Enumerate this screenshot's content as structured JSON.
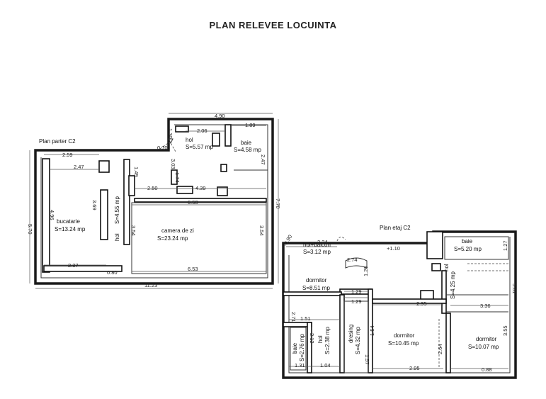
{
  "title": "PLAN RELEVEE LOCUINTA",
  "ground_floor": {
    "label": "Plan parter C2",
    "rooms": [
      {
        "name": "bucatarie",
        "area": "S=13.24 mp"
      },
      {
        "name": "hol",
        "area": "S=4.55 mp"
      },
      {
        "name": "hol",
        "area": "S=5.57 mp"
      },
      {
        "name": "baie",
        "area": "S=4.58 mp"
      },
      {
        "name": "camera de zi",
        "area": "S=23.24 mp"
      }
    ],
    "dimensions": {
      "top": "4.90",
      "hol_top": "2.06",
      "baie_top": "1.89",
      "kitchen_top": "2.59",
      "kitchen_inner": "2.47",
      "mid_a": "2.50",
      "mid_b": "4.39",
      "living_top": "6.58",
      "bottom_a": "2.37",
      "bottom_b": "0.80",
      "bottom_c": "6.53",
      "total": "11.23",
      "left": "5.70",
      "right": "7.70",
      "k_h1": "4.96",
      "k_h2": "3.69",
      "hol_h": "4.95",
      "living_h": "3.54",
      "living_h2": "3.54",
      "v1": "1.49",
      "v2": "3.03",
      "v3": "1.30",
      "v4": "0.70",
      "v5": "2.47",
      "v6": "1.74"
    }
  },
  "upper_floor": {
    "label": "Plan etaj C2",
    "rooms": [
      {
        "name": "hol+balcon",
        "area": "S=3.12 mp"
      },
      {
        "name": "baie",
        "area": "S=5.20 mp"
      },
      {
        "name": "dormitor",
        "area": "S=8.51 mp"
      },
      {
        "name": "hol",
        "area": "S=4.25 mp"
      },
      {
        "name": "baie",
        "area": "S=2.76 mp"
      },
      {
        "name": "hol",
        "area": "S=2.38 mp"
      },
      {
        "name": "dresing",
        "area": "S=4.32 mp"
      },
      {
        "name": "dormitor",
        "area": "S=10.45 mp"
      },
      {
        "name": "dormitor",
        "area": "S=10.07 mp"
      }
    ],
    "dimensions": {
      "top": "2.24",
      "stair": "2.74",
      "elev": "-0.90",
      "level": "+1.10",
      "d1": "1.29",
      "d2": "1.29",
      "d3": "2.95",
      "d4": "1.51",
      "d5": "2.95",
      "d6": "1.31",
      "d7": "1.04",
      "d8": "2.12",
      "d9": "1.26",
      "d10": "1.54",
      "d11": "2.71",
      "d12": "3.36",
      "d13": "3.55",
      "d14": "5.61",
      "d15": "1.27",
      "d16": "2.64",
      "d17": "0.88",
      "d18": "1.57"
    }
  }
}
